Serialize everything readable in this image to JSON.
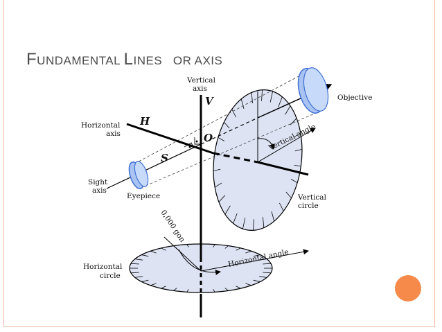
{
  "slide": {
    "title_segments": [
      {
        "text": "F",
        "style": "cap"
      },
      {
        "text": "UNDAMENTAL ",
        "style": "sc"
      },
      {
        "text": "L",
        "style": "cap"
      },
      {
        "text": "INES   OR AXIS",
        "style": "sc"
      }
    ],
    "accent_color": "#f58a4b",
    "frame_color": "#f2b9a6"
  },
  "diagram": {
    "labels": {
      "vertical_axis_line1": "Vertical",
      "vertical_axis_line2": "axis",
      "objective": "Objective",
      "horizontal_axis_line1": "Horizontal",
      "horizontal_axis_line2": "axis",
      "sight_axis_line1": "Sight",
      "sight_axis_line2": "axis",
      "eyepiece": "Eyepiece",
      "vertical_circle_line1": "Vertical",
      "vertical_circle_line2": "circle",
      "horizontal_circle_line1": "Horizontal",
      "horizontal_circle_line2": "circle",
      "vertical_angle": "Vertical angle",
      "horizontal_angle": "Horizontal angle",
      "zero_gon": "0,000 gon"
    },
    "symbols": {
      "V": "V",
      "H": "H",
      "O": "O",
      "S": "S"
    },
    "colors": {
      "lens": "#a9c4f2",
      "lens_edge": "#3d6fd6",
      "circle_fill": "#dde3f3",
      "line": "#000000"
    }
  }
}
